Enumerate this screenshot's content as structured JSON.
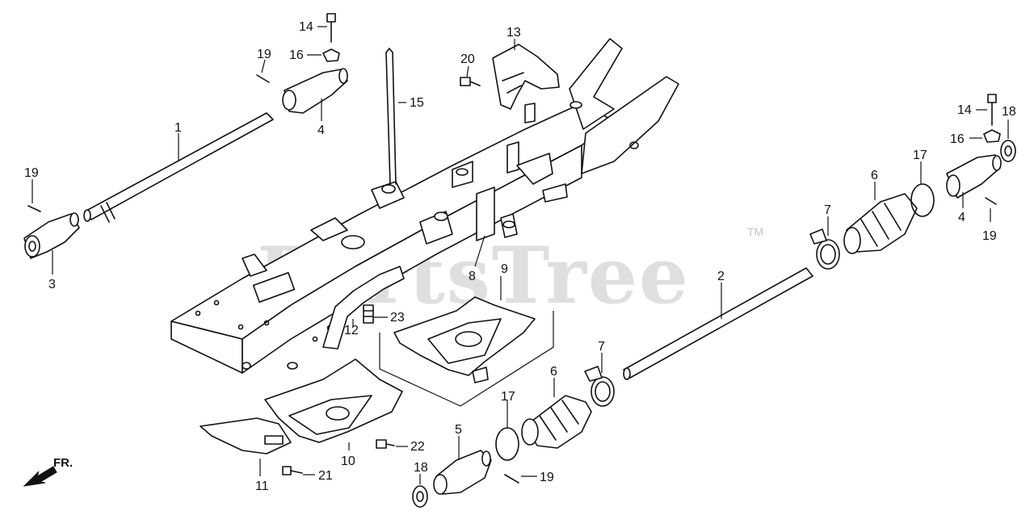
{
  "watermark": {
    "text": "PartsTree",
    "trademark": "TM"
  },
  "direction": {
    "label": "FR."
  },
  "callouts": {
    "c1": "1",
    "c2": "2",
    "c3": "3",
    "c4a": "4",
    "c4b": "4",
    "c5": "5",
    "c6a": "6",
    "c6b": "6",
    "c7a": "7",
    "c7b": "7",
    "c8": "8",
    "c9": "9",
    "c10": "10",
    "c11": "11",
    "c12": "12",
    "c13": "13",
    "c14a": "14",
    "c14b": "14",
    "c15": "15",
    "c16a": "16",
    "c16b": "16",
    "c17a": "17",
    "c17b": "17",
    "c18a": "18",
    "c18b": "18",
    "c19a": "19",
    "c19b": "19",
    "c19c": "19",
    "c19d": "19",
    "c20": "20",
    "c21": "21",
    "c22": "22",
    "c23": "23"
  }
}
